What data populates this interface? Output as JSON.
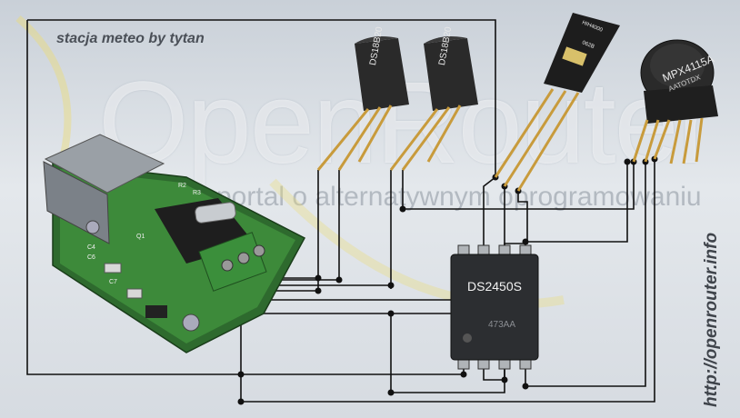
{
  "title": "stacja meteo by tytan",
  "watermark": {
    "main": "OpenRouter",
    "sub": "portal o alternatywnym oprogramowaniu"
  },
  "url": "http://openrouter.info",
  "components": {
    "sensor1": "DS18B20",
    "sensor2": "DS18B20",
    "humidity_sensor": "HIH4000",
    "humidity_code": "062B",
    "pressure_sensor": "MPX4115A",
    "pressure_code": "AATOTDX",
    "adc_chip": "DS2450S",
    "adc_code": "473AA",
    "board_labels": [
      "R2",
      "C4",
      "C6",
      "C7",
      "Q1",
      "R3"
    ]
  }
}
